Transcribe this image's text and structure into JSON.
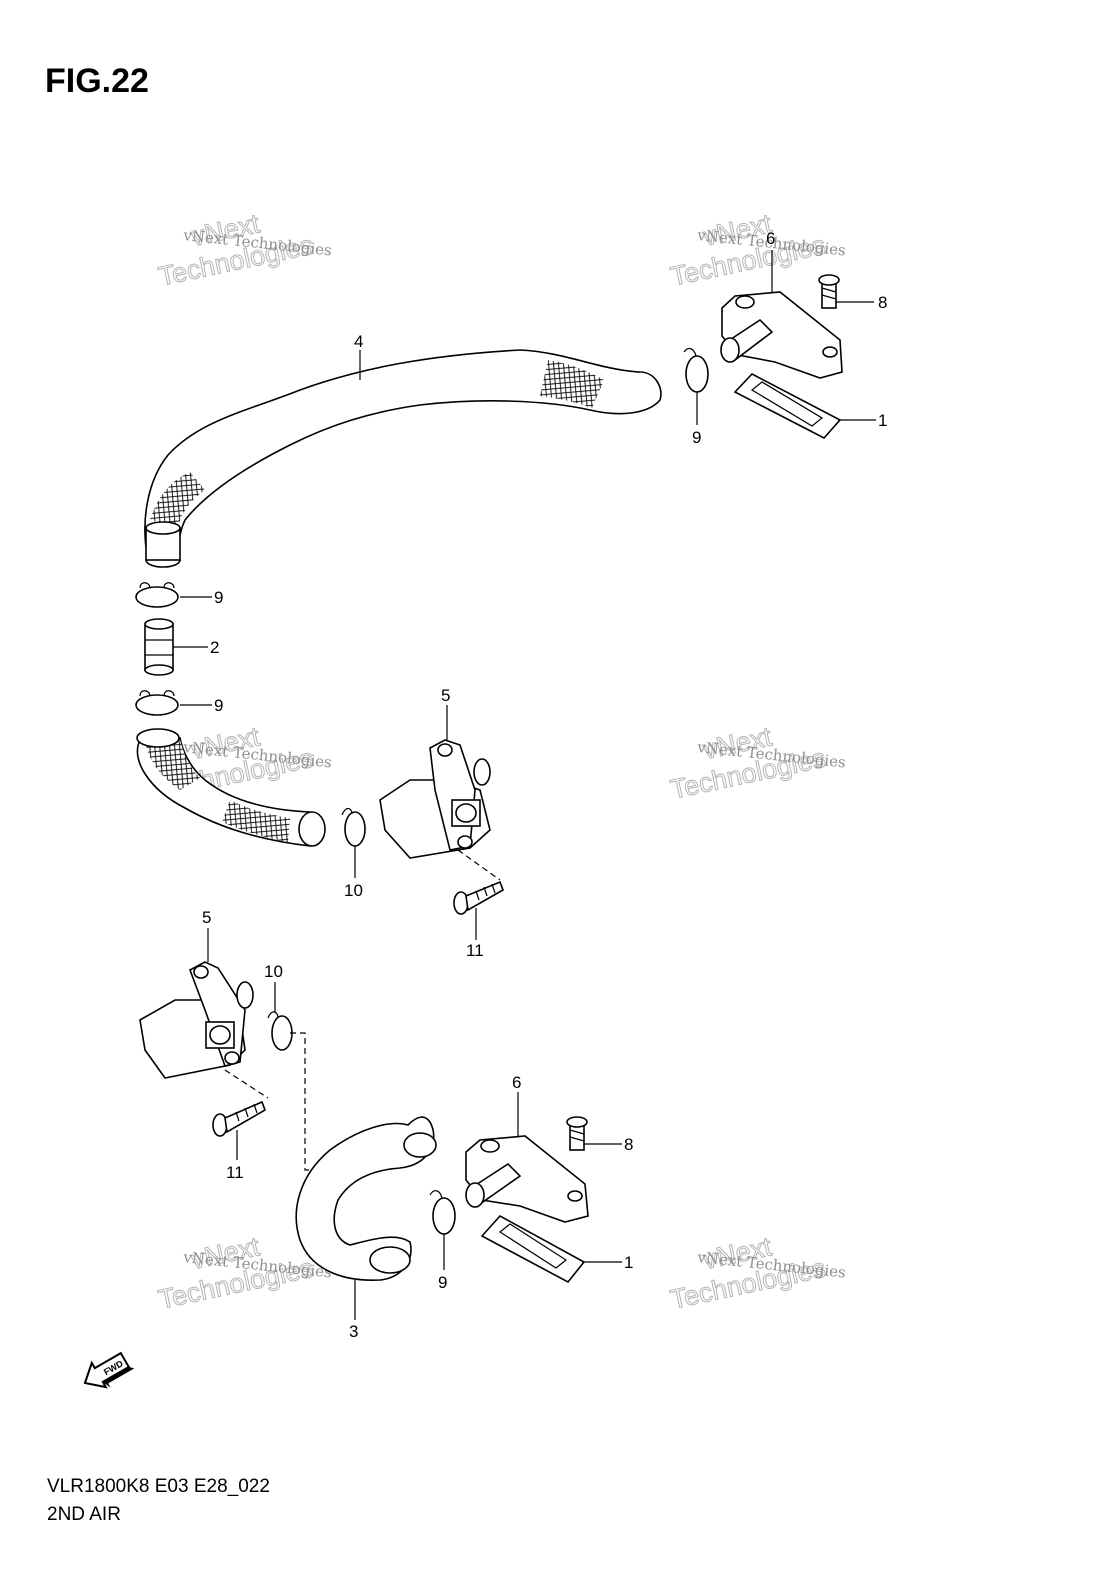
{
  "figure": {
    "title": "FIG.22",
    "model_code": "VLR1800K8 E03 E28_022",
    "section_name": "2ND AIR"
  },
  "watermark": {
    "line_small": "vNext Technologies",
    "line_big_top": "vNext",
    "line_big_bottom": "Technologies"
  },
  "fwd_badge": "FWD",
  "callouts": {
    "c1_top": "1",
    "c1_bottom": "1",
    "c2": "2",
    "c3": "3",
    "c4": "4",
    "c5_middle": "5",
    "c5_lower": "5",
    "c6_top": "6",
    "c6_bottom": "6",
    "c8_top": "8",
    "c8_bottom": "8",
    "c9_top": "9",
    "c9_upper_left": "9",
    "c9_lower_left": "9",
    "c9_bottom": "9",
    "c10_middle": "10",
    "c10_lower": "10",
    "c11_middle": "11",
    "c11_lower": "11"
  }
}
